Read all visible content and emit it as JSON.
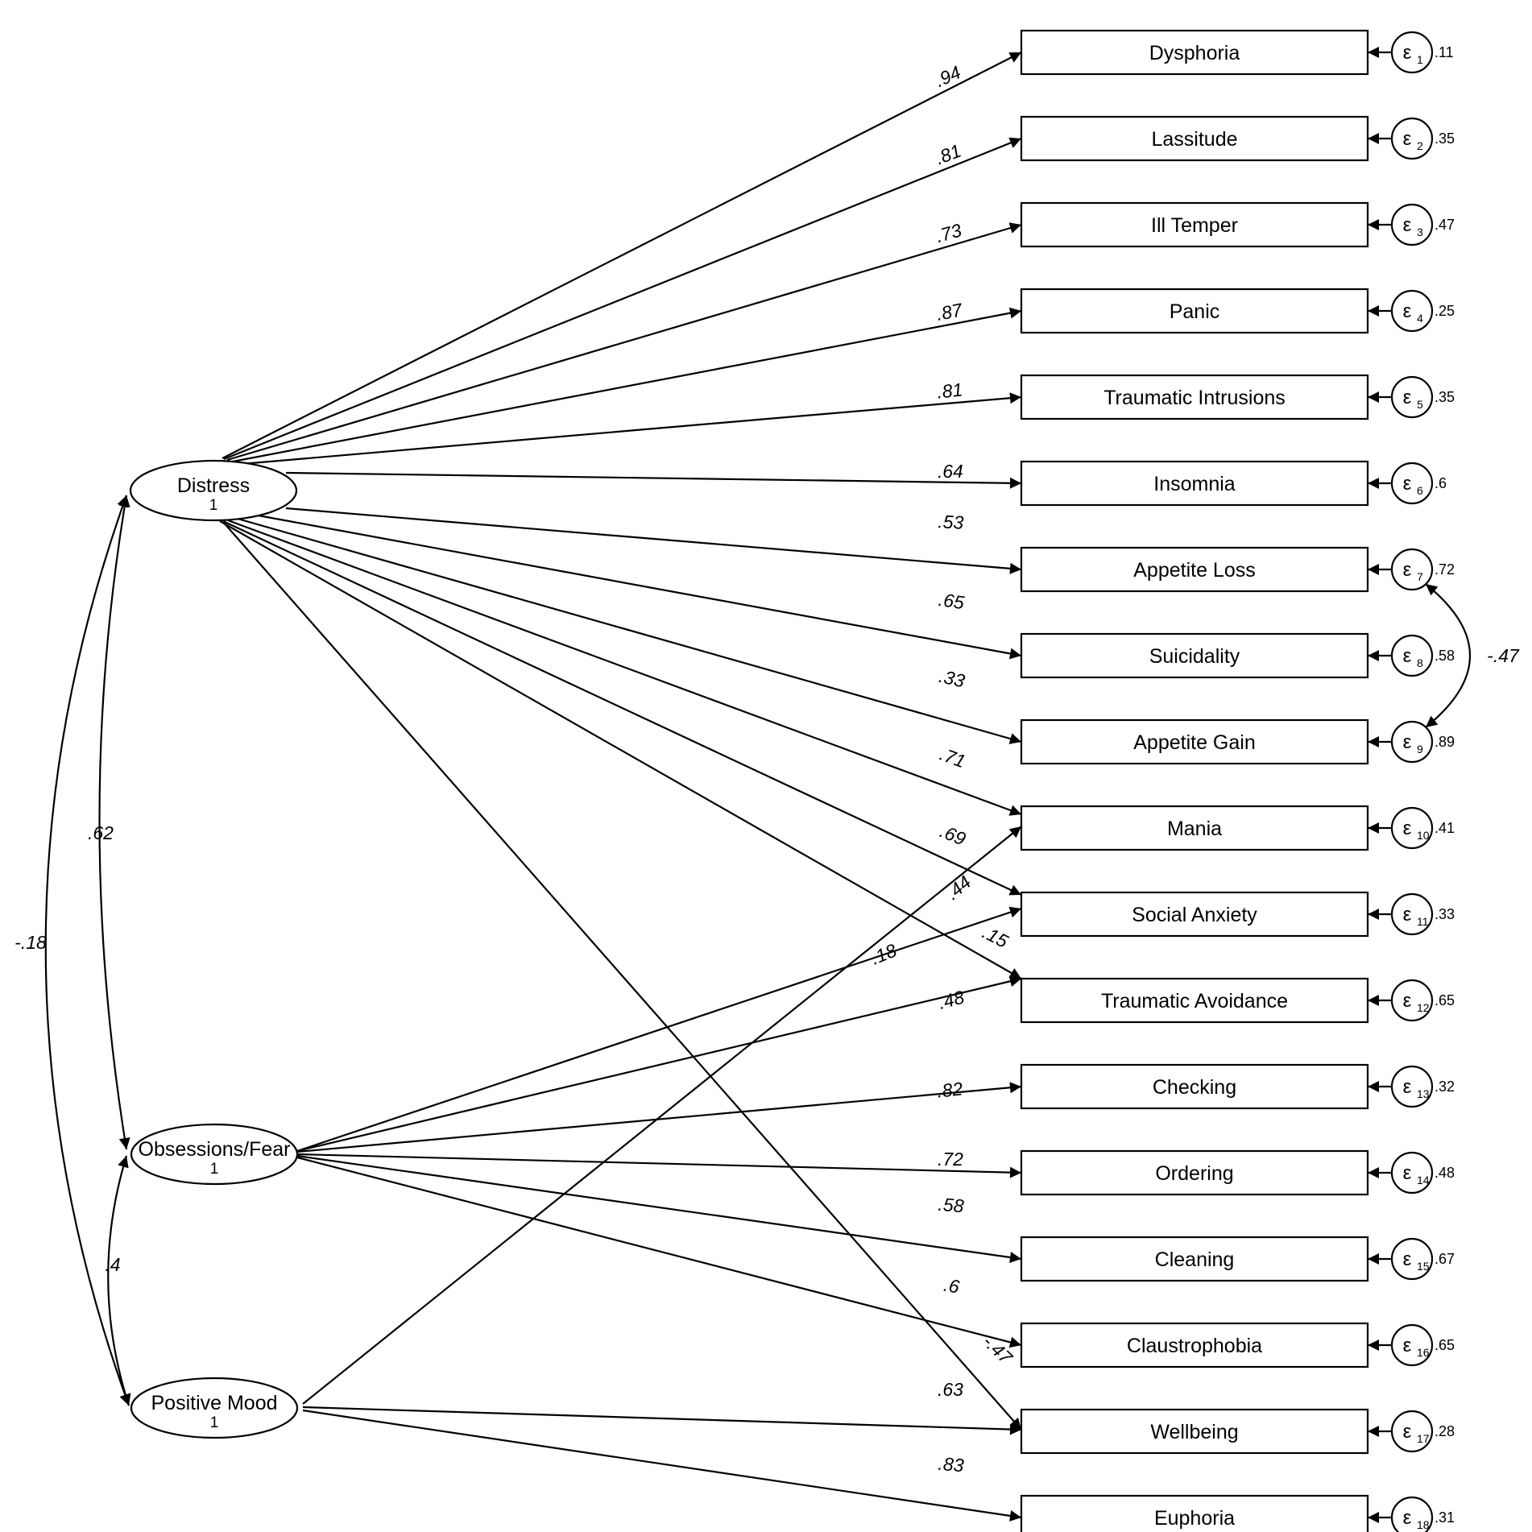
{
  "diagram": {
    "latent_factors": [
      {
        "id": "distress",
        "label": "Distress",
        "constraint": "1"
      },
      {
        "id": "obsfear",
        "label": "Obsessions/Fear",
        "constraint": "1"
      },
      {
        "id": "posmood",
        "label": "Positive Mood",
        "constraint": "1"
      }
    ],
    "indicators": [
      {
        "label": "Dysphoria",
        "error_symbol": "ε",
        "error_index": "1",
        "error_variance": ".11"
      },
      {
        "label": "Lassitude",
        "error_symbol": "ε",
        "error_index": "2",
        "error_variance": ".35"
      },
      {
        "label": "Ill Temper",
        "error_symbol": "ε",
        "error_index": "3",
        "error_variance": ".47"
      },
      {
        "label": "Panic",
        "error_symbol": "ε",
        "error_index": "4",
        "error_variance": ".25"
      },
      {
        "label": "Traumatic Intrusions",
        "error_symbol": "ε",
        "error_index": "5",
        "error_variance": ".35"
      },
      {
        "label": "Insomnia",
        "error_symbol": "ε",
        "error_index": "6",
        "error_variance": ".6"
      },
      {
        "label": "Appetite Loss",
        "error_symbol": "ε",
        "error_index": "7",
        "error_variance": ".72"
      },
      {
        "label": "Suicidality",
        "error_symbol": "ε",
        "error_index": "8",
        "error_variance": ".58"
      },
      {
        "label": "Appetite Gain",
        "error_symbol": "ε",
        "error_index": "9",
        "error_variance": ".89"
      },
      {
        "label": "Mania",
        "error_symbol": "ε",
        "error_index": "10",
        "error_variance": ".41"
      },
      {
        "label": "Social Anxiety",
        "error_symbol": "ε",
        "error_index": "11",
        "error_variance": ".33"
      },
      {
        "label": "Traumatic Avoidance",
        "error_symbol": "ε",
        "error_index": "12",
        "error_variance": ".65"
      },
      {
        "label": "Checking",
        "error_symbol": "ε",
        "error_index": "13",
        "error_variance": ".32"
      },
      {
        "label": "Ordering",
        "error_symbol": "ε",
        "error_index": "14",
        "error_variance": ".48"
      },
      {
        "label": "Cleaning",
        "error_symbol": "ε",
        "error_index": "15",
        "error_variance": ".67"
      },
      {
        "label": "Claustrophobia",
        "error_symbol": "ε",
        "error_index": "16",
        "error_variance": ".65"
      },
      {
        "label": "Wellbeing",
        "error_symbol": "ε",
        "error_index": "17",
        "error_variance": ".28"
      },
      {
        "label": "Euphoria",
        "error_symbol": "ε",
        "error_index": "18",
        "error_variance": ".31"
      }
    ],
    "loadings": [
      {
        "from": "distress",
        "to": 0,
        "value": ".94"
      },
      {
        "from": "distress",
        "to": 1,
        "value": ".81"
      },
      {
        "from": "distress",
        "to": 2,
        "value": ".73"
      },
      {
        "from": "distress",
        "to": 3,
        "value": ".87"
      },
      {
        "from": "distress",
        "to": 4,
        "value": ".81"
      },
      {
        "from": "distress",
        "to": 5,
        "value": ".64"
      },
      {
        "from": "distress",
        "to": 6,
        "value": ".53"
      },
      {
        "from": "distress",
        "to": 7,
        "value": ".65"
      },
      {
        "from": "distress",
        "to": 8,
        "value": ".33"
      },
      {
        "from": "distress",
        "to": 9,
        "value": ".71"
      },
      {
        "from": "distress",
        "to": 10,
        "value": ".69"
      },
      {
        "from": "distress",
        "to": 11,
        "value": ".15"
      },
      {
        "from": "distress",
        "to": 16,
        "value": "-.47"
      },
      {
        "from": "posmood",
        "to": 9,
        "value": ".44"
      },
      {
        "from": "obsfear",
        "to": 10,
        "value": ".18"
      },
      {
        "from": "obsfear",
        "to": 11,
        "value": ".48"
      },
      {
        "from": "obsfear",
        "to": 12,
        "value": ".82"
      },
      {
        "from": "obsfear",
        "to": 13,
        "value": ".72"
      },
      {
        "from": "obsfear",
        "to": 14,
        "value": ".58"
      },
      {
        "from": "obsfear",
        "to": 15,
        "value": ".6"
      },
      {
        "from": "posmood",
        "to": 16,
        "value": ".63"
      },
      {
        "from": "posmood",
        "to": 17,
        "value": ".83"
      }
    ],
    "factor_covariances": [
      {
        "between": [
          "distress",
          "obsfear"
        ],
        "value": ".62"
      },
      {
        "between": [
          "distress",
          "posmood"
        ],
        "value": "-.18"
      },
      {
        "between": [
          "obsfear",
          "posmood"
        ],
        "value": ".4"
      }
    ],
    "error_covariances": [
      {
        "between": [
          6,
          8
        ],
        "value": "-.47"
      }
    ]
  }
}
